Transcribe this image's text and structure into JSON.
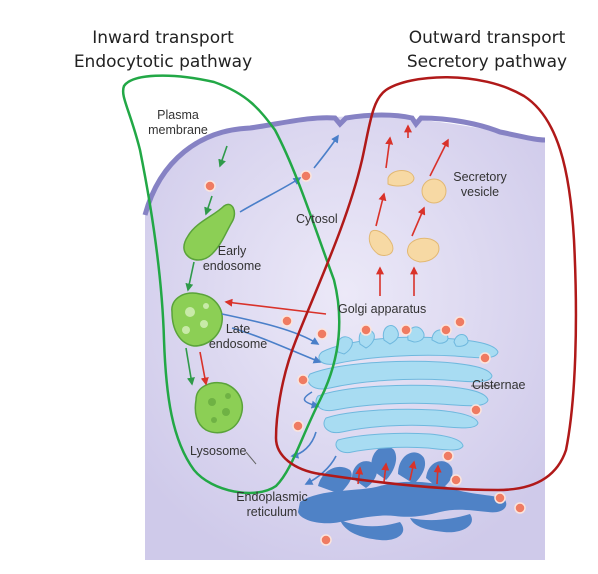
{
  "headings": {
    "inward_line1": "Inward transport",
    "inward_line2": "Endocytotic pathway",
    "outward_line1": "Outward transport",
    "outward_line2": "Secretory pathway"
  },
  "labels": {
    "plasma_membrane_1": "Plasma",
    "plasma_membrane_2": "membrane",
    "cytosol": "Cytosol",
    "early_endosome_1": "Early",
    "early_endosome_2": "endosome",
    "late_endosome_1": "Late",
    "late_endosome_2": "endosome",
    "lysosome": "Lysosome",
    "golgi": "Golgi apparatus",
    "secretory_vesicle_1": "Secretory",
    "secretory_vesicle_2": "vesicle",
    "cisternae": "Cisternae",
    "er_1": "Endoplasmic",
    "er_2": "reticulum"
  },
  "colors": {
    "inward_outline": "#22a846",
    "outward_outline": "#b01919",
    "cell_fill": "#d9d5ef",
    "membrane": "#8682c4",
    "endosome": "#8ccf55",
    "golgi": "#a8dcf2",
    "er": "#4f82c6",
    "vesicle": "#f7d9a4",
    "cargo": "#ef7b62"
  }
}
